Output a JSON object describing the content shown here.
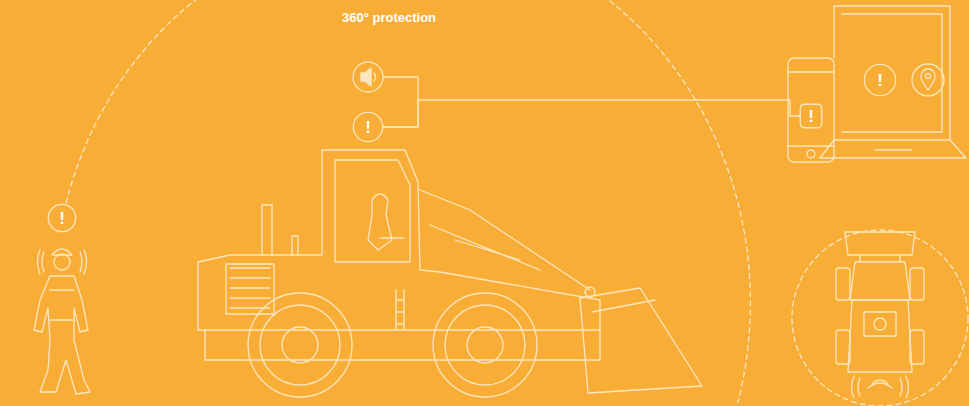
{
  "diagram": {
    "nodes": [
      {
        "text": [
          "!"
        ]
      },
      {
        "text": [
          "!"
        ]
      },
      {
        "text": [
          "!"
        ]
      },
      {
        "text": [
          "!"
        ]
      }
    ],
    "edges": [
      {
        "from": 1,
        "to": 2,
        "arrow": "none"
      }
    ],
    "labels": [
      "360° protection"
    ]
  }
}
